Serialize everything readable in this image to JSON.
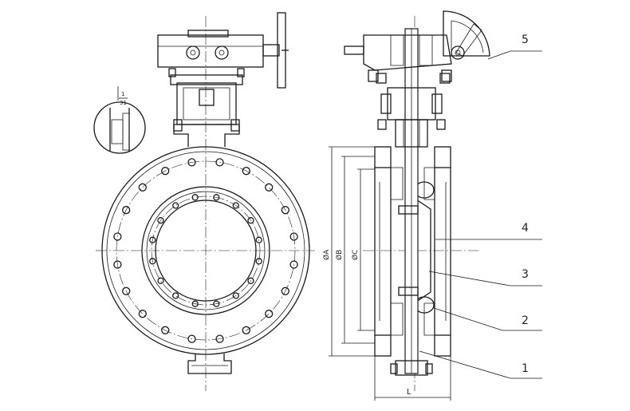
{
  "callouts": [
    "5",
    "4",
    "3",
    "2",
    "1"
  ],
  "dimensions": {
    "dia_a": "ØA",
    "dia_b": "ØB",
    "dia_c": "ØC",
    "length": "L"
  },
  "detail_note": {
    "top": "1",
    "bottom": "31"
  }
}
